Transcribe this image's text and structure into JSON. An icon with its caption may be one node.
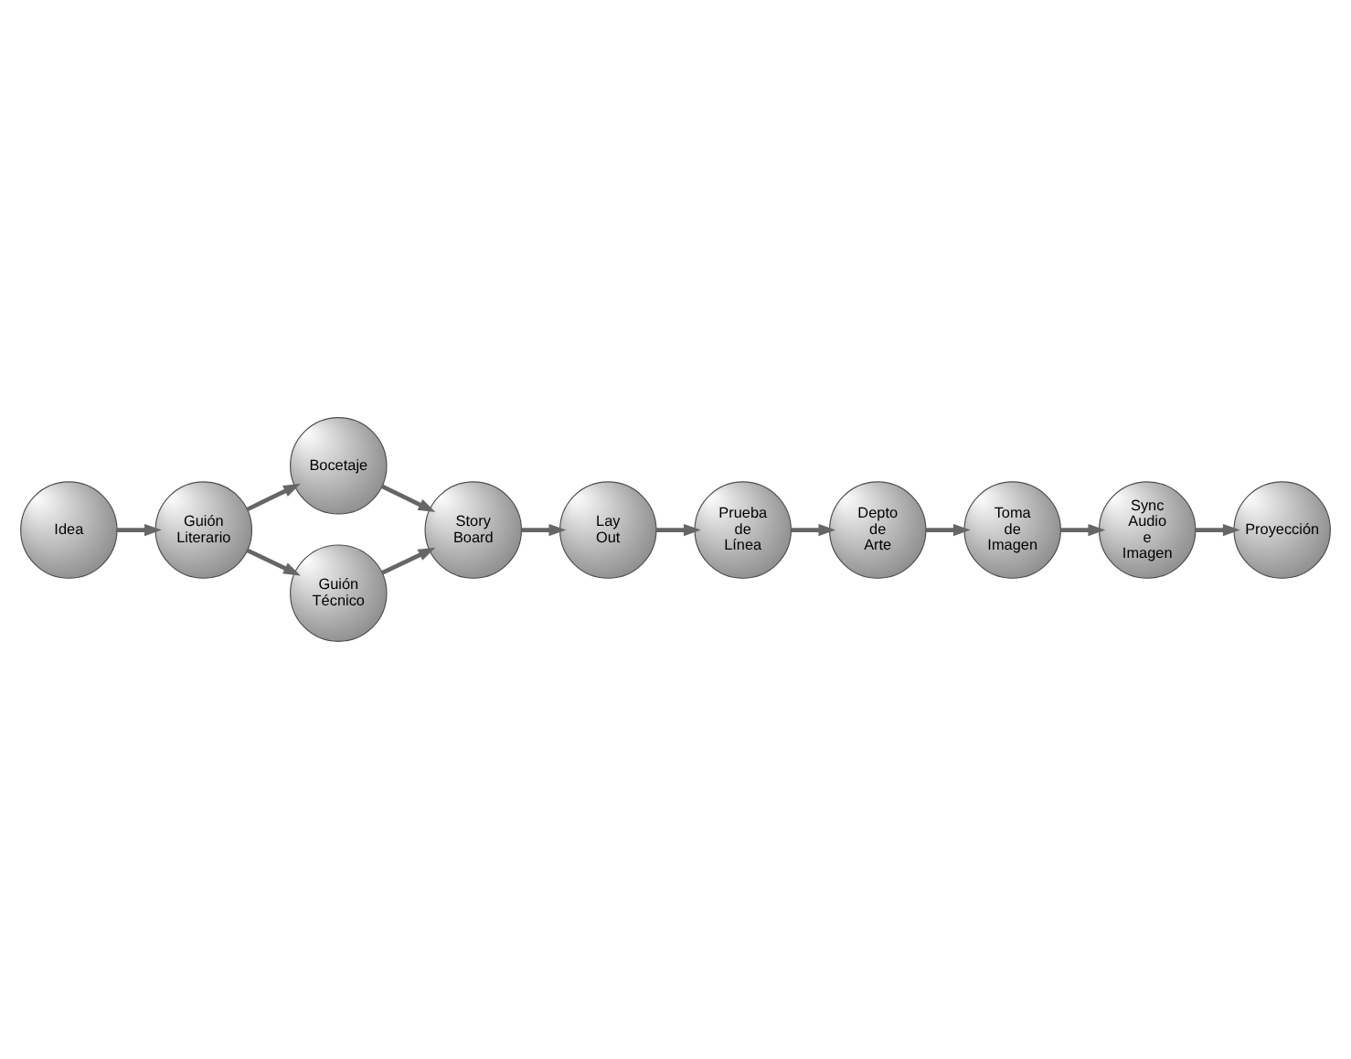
{
  "diagram": {
    "nodes": [
      {
        "text": [
          "Idea"
        ]
      },
      {
        "text": [
          "Guión Literario"
        ]
      },
      {
        "text": [
          "Bocetaje"
        ]
      },
      {
        "text": [
          "Guión Técnico"
        ]
      },
      {
        "text": [
          "Story Board"
        ]
      },
      {
        "text": [
          "Lay Out"
        ]
      },
      {
        "text": [
          "Prueba de Línea"
        ]
      },
      {
        "text": [
          "Depto de Arte"
        ]
      },
      {
        "text": [
          "Toma de Imagen"
        ]
      },
      {
        "text": [
          "Sync Audio e Imagen"
        ]
      },
      {
        "text": [
          "Proyección"
        ]
      }
    ],
    "edges": [
      {
        "from": 0,
        "to": 1,
        "arrow": "to"
      },
      {
        "from": 1,
        "to": 2,
        "arrow": "to"
      },
      {
        "from": 1,
        "to": 3,
        "arrow": "to"
      },
      {
        "from": 2,
        "to": 4,
        "arrow": "to"
      },
      {
        "from": 3,
        "to": 4,
        "arrow": "to"
      },
      {
        "from": 4,
        "to": 5,
        "arrow": "to"
      },
      {
        "from": 5,
        "to": 6,
        "arrow": "to"
      },
      {
        "from": 6,
        "to": 7,
        "arrow": "to"
      },
      {
        "from": 7,
        "to": 8,
        "arrow": "to"
      },
      {
        "from": 8,
        "to": 9,
        "arrow": "to"
      },
      {
        "from": 9,
        "to": 10,
        "arrow": "to"
      }
    ]
  }
}
